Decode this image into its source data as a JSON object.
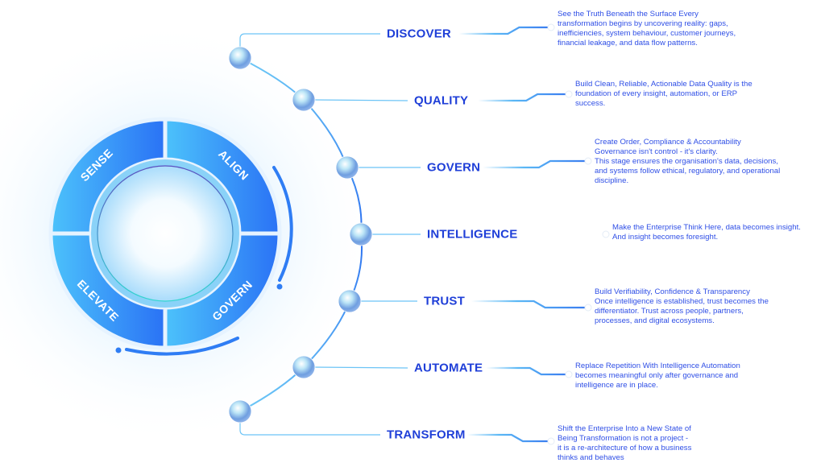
{
  "diagram": {
    "cycle": {
      "segments": [
        {
          "id": "sense",
          "label": "SENSE"
        },
        {
          "id": "align",
          "label": "ALIGN"
        },
        {
          "id": "govern",
          "label": "GOVERN"
        },
        {
          "id": "elevate",
          "label": "ELEVATE"
        }
      ]
    },
    "stages": [
      {
        "label": "DISCOVER",
        "description": [
          "See the Truth Beneath the Surface Every",
          "transformation begins by uncovering reality: gaps,",
          "inefficiencies, system behaviour, customer journeys,",
          "financial leakage, and data flow patterns."
        ]
      },
      {
        "label": "QUALITY",
        "description": [
          "Build Clean, Reliable, Actionable Data Quality is the",
          "foundation of every insight, automation, or ERP",
          "success."
        ]
      },
      {
        "label": "GOVERN",
        "description": [
          "Create Order, Compliance & Accountability",
          "Governance isn't control - it's clarity.",
          "This stage ensures the organisation's data, decisions,",
          "and systems follow ethical, regulatory, and operational",
          "discipline."
        ]
      },
      {
        "label": "INTELLIGENCE",
        "description": [
          "Make the Enterprise Think Here, data becomes insight.",
          "And insight becomes foresight."
        ]
      },
      {
        "label": "TRUST",
        "description": [
          "Build Verifiability, Confidence & Transparency",
          "Once intelligence is established, trust becomes the",
          "differentiator. Trust across people, partners,",
          "processes, and digital ecosystems."
        ]
      },
      {
        "label": "AUTOMATE",
        "description": [
          "Replace Repetition With Intelligence Automation",
          "becomes meaningful only after governance and",
          "intelligence are in place."
        ]
      },
      {
        "label": "TRANSFORM",
        "description": [
          "Shift the Enterprise Into a New State of",
          "Being Transformation is not a project -",
          "it is a re-architecture of how a business",
          "thinks and behaves"
        ]
      }
    ],
    "colors": {
      "label_text": "#1f3fd8",
      "description_text": "#2f4fe6",
      "ring_dark": "#2a72f5",
      "ring_light": "#4cc2fb",
      "connector": "#5bb8f5"
    }
  }
}
